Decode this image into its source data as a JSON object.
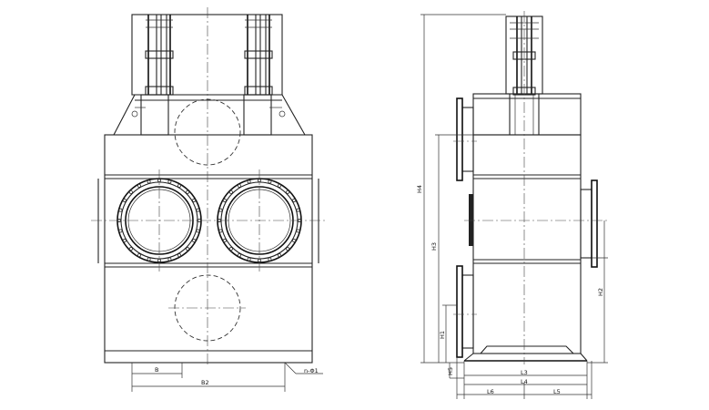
{
  "front_view": {
    "width_label": "B",
    "overall_width_label": "B2",
    "leader_note": "n-Φ1"
  },
  "side_view": {
    "height_labels": [
      "H4",
      "H3",
      "H2",
      "H1",
      "H5"
    ],
    "length_labels": [
      "L3",
      "L4",
      "L6",
      "L5"
    ]
  }
}
